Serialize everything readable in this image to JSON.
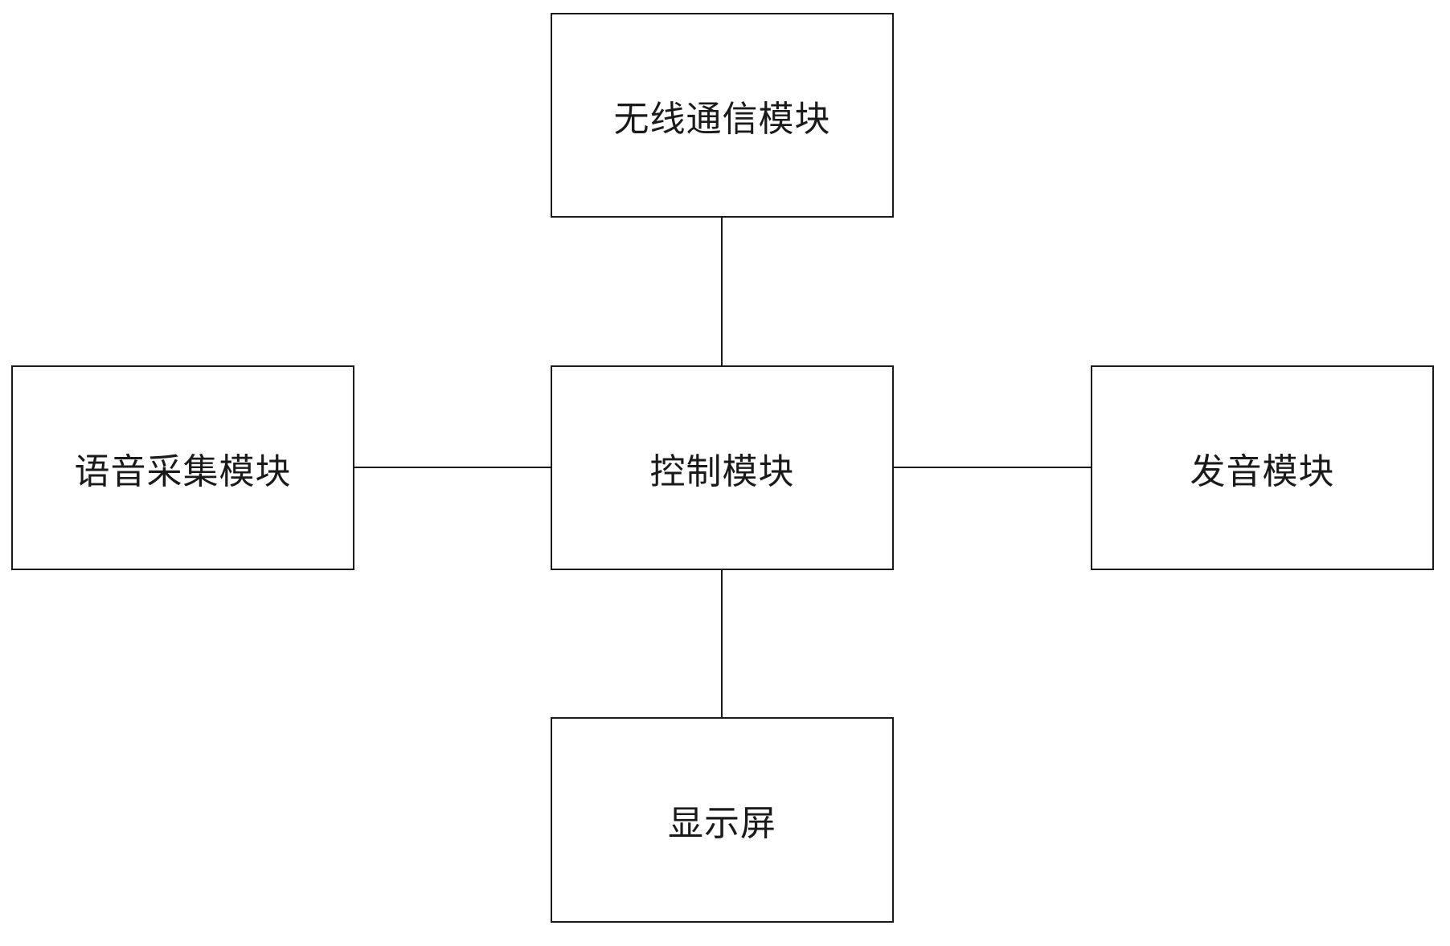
{
  "diagram": {
    "boxes": {
      "wireless": {
        "label": "无线通信模块"
      },
      "voice_capture": {
        "label": "语音采集模块"
      },
      "control": {
        "label": "控制模块"
      },
      "sound": {
        "label": "发音模块"
      },
      "display": {
        "label": "显示屏"
      }
    },
    "connections": [
      {
        "from": "control",
        "to": "wireless"
      },
      {
        "from": "control",
        "to": "voice_capture"
      },
      {
        "from": "control",
        "to": "sound"
      },
      {
        "from": "control",
        "to": "display"
      }
    ]
  }
}
